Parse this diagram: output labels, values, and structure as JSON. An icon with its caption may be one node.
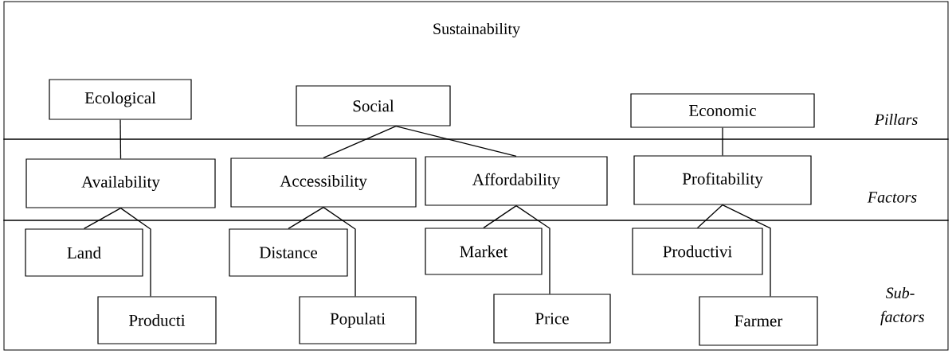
{
  "diagram": {
    "title": "Sustainability",
    "nodes": [
      {
        "text": [
          "Ecological"
        ]
      },
      {
        "text": [
          "Social"
        ]
      },
      {
        "text": [
          "Economic"
        ]
      },
      {
        "text": [
          "Availability"
        ]
      },
      {
        "text": [
          "Accessibility"
        ]
      },
      {
        "text": [
          "Affordability"
        ]
      },
      {
        "text": [
          "Profitability"
        ]
      },
      {
        "text": [
          "Land"
        ]
      },
      {
        "text": [
          "Producti"
        ]
      },
      {
        "text": [
          "Distance"
        ]
      },
      {
        "text": [
          "Populati"
        ]
      },
      {
        "text": [
          "Market"
        ]
      },
      {
        "text": [
          "Price"
        ]
      },
      {
        "text": [
          "Productivi"
        ]
      },
      {
        "text": [
          "Farmer"
        ]
      }
    ],
    "edges": [
      {
        "from": 0,
        "to": 3,
        "arrow": "none"
      },
      {
        "from": 1,
        "to": 4,
        "arrow": "none"
      },
      {
        "from": 1,
        "to": 5,
        "arrow": "none"
      },
      {
        "from": 2,
        "to": 6,
        "arrow": "none"
      },
      {
        "from": 3,
        "to": 7,
        "arrow": "none"
      },
      {
        "from": 3,
        "to": 8,
        "arrow": "none"
      },
      {
        "from": 4,
        "to": 9,
        "arrow": "none"
      },
      {
        "from": 4,
        "to": 10,
        "arrow": "none"
      },
      {
        "from": 5,
        "to": 11,
        "arrow": "none"
      },
      {
        "from": 5,
        "to": 12,
        "arrow": "none"
      },
      {
        "from": 6,
        "to": 13,
        "arrow": "none"
      },
      {
        "from": 6,
        "to": 14,
        "arrow": "none"
      }
    ],
    "labels": [
      "Pillars",
      "Factors",
      "Sub-factors"
    ]
  }
}
